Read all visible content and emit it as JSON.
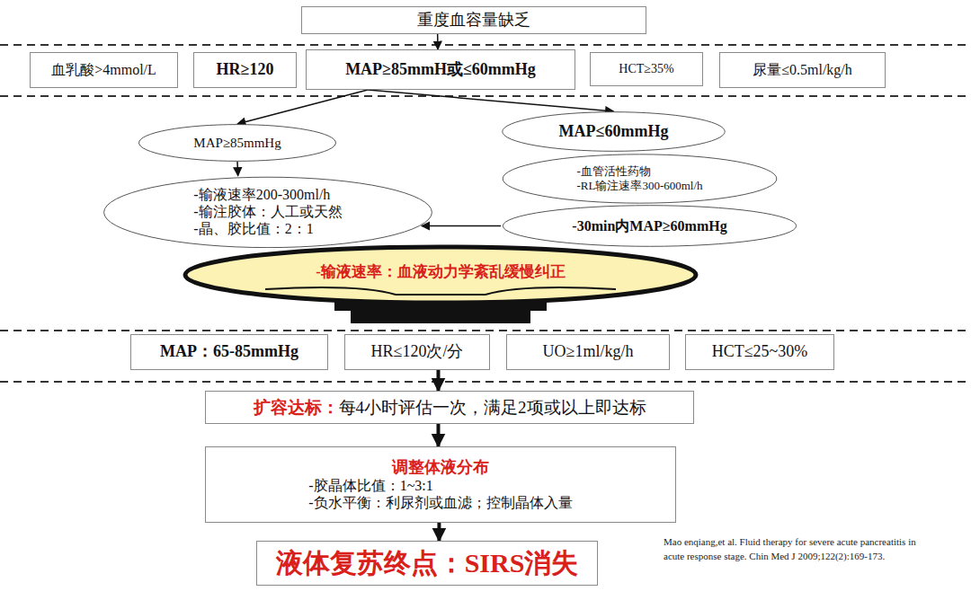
{
  "diagram": {
    "nodes": [
      {
        "text": [
          "重度血容量缺乏"
        ]
      },
      {
        "text": [
          "血乳酸>4mmol/L"
        ]
      },
      {
        "text": [
          "HR≥120"
        ]
      },
      {
        "text": [
          "MAP≥85mmH或≤60mmHg"
        ]
      },
      {
        "text": [
          "HCT≥35%"
        ]
      },
      {
        "text": [
          "尿量≤0.5ml/kg/h"
        ]
      },
      {
        "text": [
          "MAP≥85mmHg"
        ]
      },
      {
        "text": [
          "MAP≤60mmHg"
        ]
      },
      {
        "text": [
          "-血管活性药物",
          "-RL输注速率300-600ml/h"
        ]
      },
      {
        "text": [
          "-输液速率200-300ml/h",
          "-输注胶体：人工或天然",
          "-晶、胶比值：2：1"
        ]
      },
      {
        "text": [
          "-30min内MAP≥60mmHg"
        ]
      },
      {
        "text": [
          "-输液速率：血液动力学紊乱缓慢纠正"
        ]
      },
      {
        "text": [
          "MAP：65-85mmHg"
        ]
      },
      {
        "text": [
          "HR≤120次/分"
        ]
      },
      {
        "text": [
          "UO≥1ml/kg/h"
        ]
      },
      {
        "text": [
          "HCT≤25~30%"
        ]
      },
      {
        "text": [
          "扩容达标：",
          "每4小时评估一次，满足2项或以上即达标"
        ]
      },
      {
        "text": [
          "调整体液分布",
          "-胶晶体比值：1~3:1",
          "-负水平衡：利尿剂或血滤；控制晶体入量"
        ]
      },
      {
        "text": [
          "液体复苏终点：SIRS消失"
        ]
      }
    ],
    "edges": [
      {
        "from": 0,
        "to": 3,
        "arrow": "to"
      },
      {
        "from": 3,
        "to": 6,
        "arrow": "to"
      },
      {
        "from": 3,
        "to": 7,
        "arrow": "to"
      },
      {
        "from": 6,
        "to": 9,
        "arrow": "to"
      },
      {
        "from": 10,
        "to": 9,
        "arrow": "to"
      },
      {
        "from": 13,
        "to": 16,
        "arrow": "to"
      },
      {
        "from": 16,
        "to": 17,
        "arrow": "to"
      },
      {
        "from": 17,
        "to": 18,
        "arrow": "to"
      }
    ],
    "labels": [
      "Mao enqiang,et al. Fluid therapy for severe acute pancreatitis in acute response stage. Chin Med J 2009;122(2):169-173."
    ]
  }
}
